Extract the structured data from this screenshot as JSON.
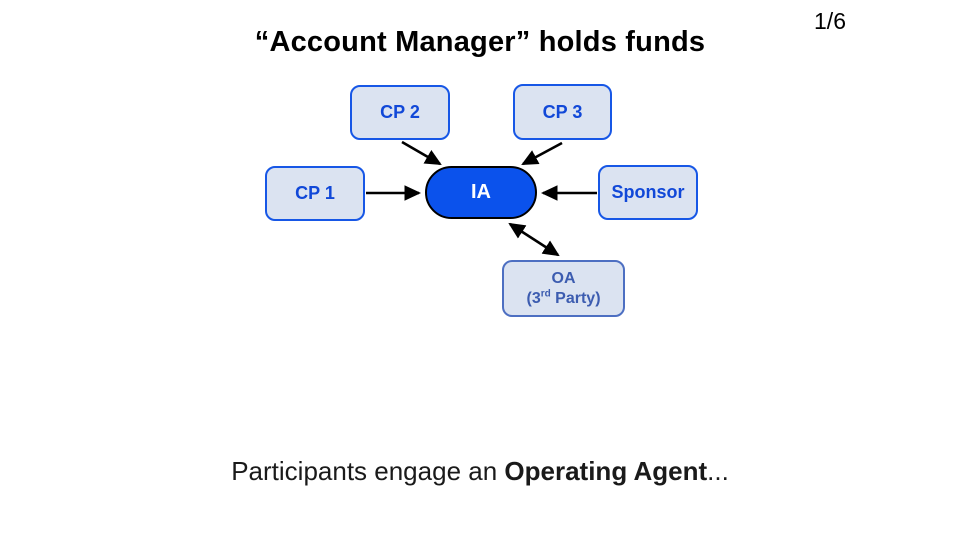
{
  "slide": {
    "page_indicator": "1/6",
    "title": "“Account Manager” holds funds"
  },
  "footer": {
    "prefix": "Participants engage an ",
    "bold": "Operating Agent",
    "suffix": "..."
  },
  "diagram": {
    "nodes": [
      {
        "id": "cp2",
        "label": "CP 2"
      },
      {
        "id": "cp3",
        "label": "CP 3"
      },
      {
        "id": "cp1",
        "label": "CP 1"
      },
      {
        "id": "ia",
        "label": "IA"
      },
      {
        "id": "sponsor",
        "label": "Sponsor"
      },
      {
        "id": "oa",
        "label": "OA",
        "sub_pre": "(3",
        "sub_sup": "rd",
        "sub_post": " Party)"
      }
    ],
    "edges": [
      {
        "from": "CP 2",
        "to": "IA",
        "direction": "one-way"
      },
      {
        "from": "CP 3",
        "to": "IA",
        "direction": "one-way"
      },
      {
        "from": "CP 1",
        "to": "IA",
        "direction": "one-way"
      },
      {
        "from": "Sponsor",
        "to": "IA",
        "direction": "one-way"
      },
      {
        "from": "IA",
        "to": "OA (3rd Party)",
        "direction": "two-way"
      }
    ]
  },
  "colors": {
    "node-fill": "#dbe3f1",
    "cp-border": "#1757e6",
    "cp-text": "#1148d8",
    "ia-fill": "#0b52ec",
    "ia-border": "#000000",
    "ia-text": "#ffffff",
    "oa-border": "#4d6fc2",
    "oa-text": "#3c5cb0",
    "arrow": "#000000",
    "title-color": "#000000",
    "footer-color": "#1a1a1a"
  }
}
